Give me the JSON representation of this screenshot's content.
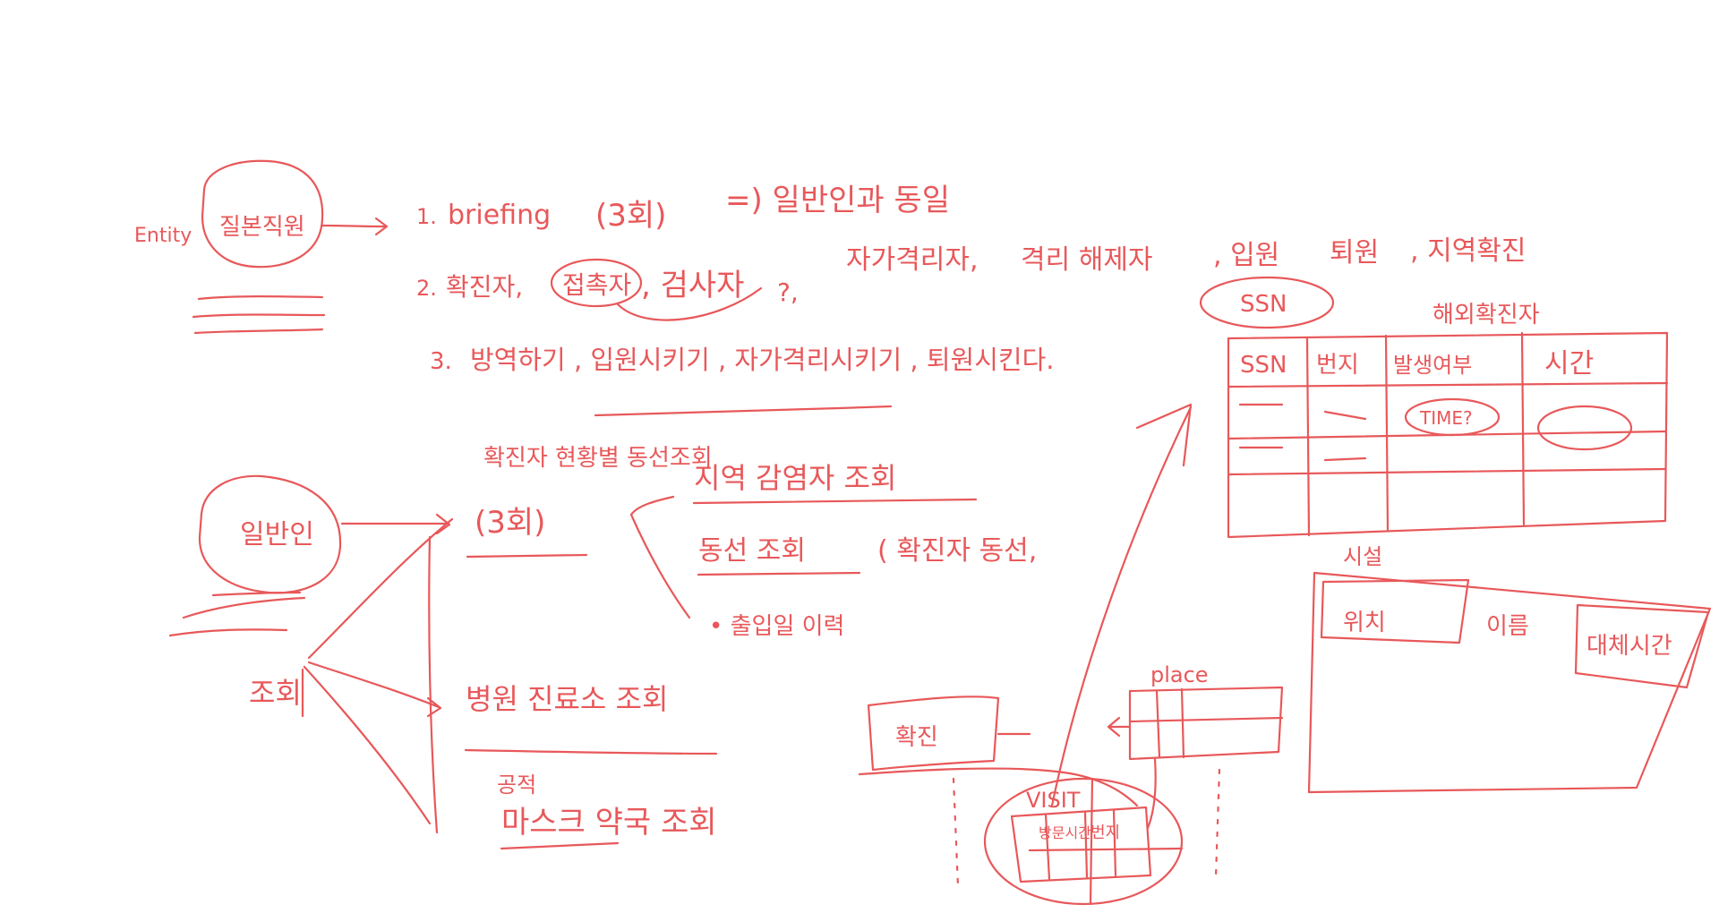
{
  "ink_color": "#E8585A",
  "entity": {
    "prefix": "Entity",
    "circle_label": "질본직원"
  },
  "steps": {
    "s1_prefix": "1.",
    "s1_text": "briefing",
    "s1_count": "(3회)",
    "s1_result": "=) 일반인과 동일",
    "s2_prefix": "2.",
    "s2_item1": "확진자,",
    "s2_item2": "접촉자",
    "s2_item3": ", 검사자",
    "s2_item4": "?,",
    "s2_item5": "자가격리자,",
    "s2_item6": "격리 해제자",
    "s2_item7": ", 입원",
    "s2_item8": "퇴원",
    "s2_item9": ", 지역확진",
    "s3_prefix": "3.",
    "s3_text": "방역하기 , 입원시키기 , 자가격리시키기 , 퇴원시킨다."
  },
  "general_public": {
    "circle_label": "일반인",
    "sub_label": "조회"
  },
  "branches": {
    "top_header": "확진자 현황별 동선조회",
    "top_count": "(3회)",
    "option1": "지역 감염자 조회",
    "option2": "동선 조회",
    "option2_detail": "( 확진자 동선,",
    "option3": "• 출입일 이력",
    "middle": "병원 진료소 조회",
    "bottom_top": "공적",
    "bottom": "마스크 약국 조회"
  },
  "right_table": {
    "tag": "SSN",
    "extra_header": "해외확진자",
    "headers": [
      "SSN",
      "번지",
      "발생여부",
      "시간"
    ],
    "cell_label": "TIME?"
  },
  "place_block": {
    "label": "place"
  },
  "person_block": {
    "label": "확진"
  },
  "center_oval": {
    "label": "VISIT",
    "cell1": "방문시간",
    "cell2": "번지"
  },
  "lower_right": {
    "header": "시설",
    "col1": "위치",
    "col2": "이름",
    "col3": "대체시간"
  }
}
